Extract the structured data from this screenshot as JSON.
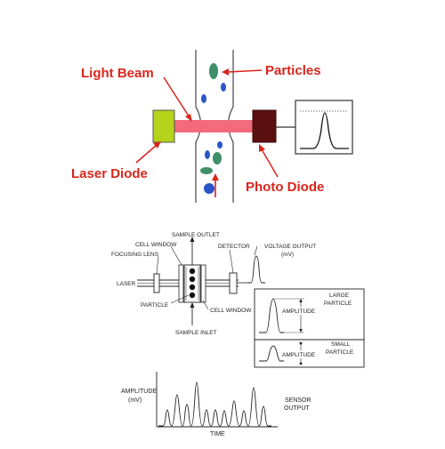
{
  "top_diagram": {
    "labels": {
      "light_beam": "Light Beam",
      "particles": "Particles",
      "laser_diode": "Laser Diode",
      "photo_diode": "Photo Diode"
    },
    "colors": {
      "label_red": "#d9261c",
      "laser_diode": "#b5d31a",
      "photo_diode": "#5a1010",
      "beam": "#f26a7b",
      "particle_green": "#3f8f6a",
      "particle_blue": "#2b55c9"
    }
  },
  "bottom_diagram": {
    "labels": {
      "sample_outlet": "SAMPLE OUTLET",
      "cell_window_top": "CELL WINDOW",
      "focusing_lens": "FOCUSING LENS",
      "detector": "DETECTOR",
      "voltage_output_1": "VOLTAGE OUTPUT",
      "voltage_output_2": "(mV)",
      "laser": "LASER",
      "particle": "PARTICLE",
      "cell_window_bottom": "CELL WINDOW",
      "sample_inlet": "SAMPLE INLET",
      "large_particle_1": "LARGE",
      "large_particle_2": "PARTICLE",
      "amplitude_large": "AMPLITUDE",
      "small_particle_1": "SMALL",
      "small_particle_2": "PARTICLE",
      "amplitude_small": "AMPLITUDE",
      "amplitude_axis_1": "AMPLITUDE",
      "amplitude_axis_2": "(mV)",
      "sensor_output_1": "SENSOR",
      "sensor_output_2": "OUTPUT",
      "time_axis": "TIME"
    }
  }
}
